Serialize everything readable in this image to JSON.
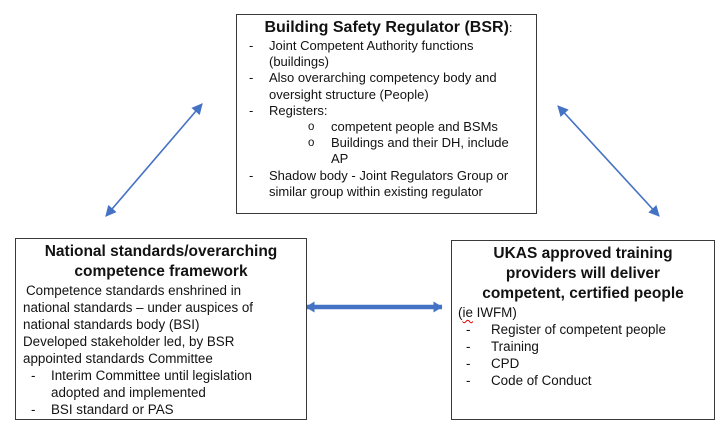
{
  "arrows": {
    "color": "#4472C4",
    "links": [
      "BSR to National standards (two-way)",
      "BSR to UKAS providers (two-way)",
      "National standards to UKAS providers (two-way)"
    ]
  },
  "boxes": {
    "bsr": {
      "title": "Building Safety Regulator (BSR)",
      "title_colon": ":",
      "items": [
        {
          "bullet": "-",
          "text": "Joint Competent Authority functions (buildings)"
        },
        {
          "bullet": "-",
          "text": "Also overarching competency body and oversight structure (People)"
        },
        {
          "bullet": "-",
          "text": "Registers:"
        },
        {
          "bullet": "o",
          "text": "competent people and BSMs"
        },
        {
          "bullet": "o",
          "text": "Buildings and their DH, include AP"
        },
        {
          "bullet": "-",
          "text": "Shadow body - Joint Regulators Group or similar group within existing regulator"
        }
      ]
    },
    "standards": {
      "title": "National standards/overarching competence framework",
      "body_lines": [
        "Competence standards enshrined in",
        "national standards – under auspices of",
        "national standards body (BSI)",
        "Developed stakeholder led, by BSR",
        "appointed standards Committee"
      ],
      "items": [
        {
          "bullet": "-",
          "text": "Interim Committee until legislation adopted and implemented"
        },
        {
          "bullet": "-",
          "text": "BSI standard or PAS"
        }
      ]
    },
    "ukas": {
      "title": "UKAS approved training providers will deliver competent, certified people",
      "subtitle_pre": "(",
      "subtitle_word": "ie",
      "subtitle_post": " IWFM)",
      "items": [
        {
          "bullet": "-",
          "text": "Register of competent people"
        },
        {
          "bullet": "-",
          "text": "Training"
        },
        {
          "bullet": "-",
          "text": "CPD"
        },
        {
          "bullet": "-",
          "text": "Code of Conduct"
        }
      ]
    }
  }
}
